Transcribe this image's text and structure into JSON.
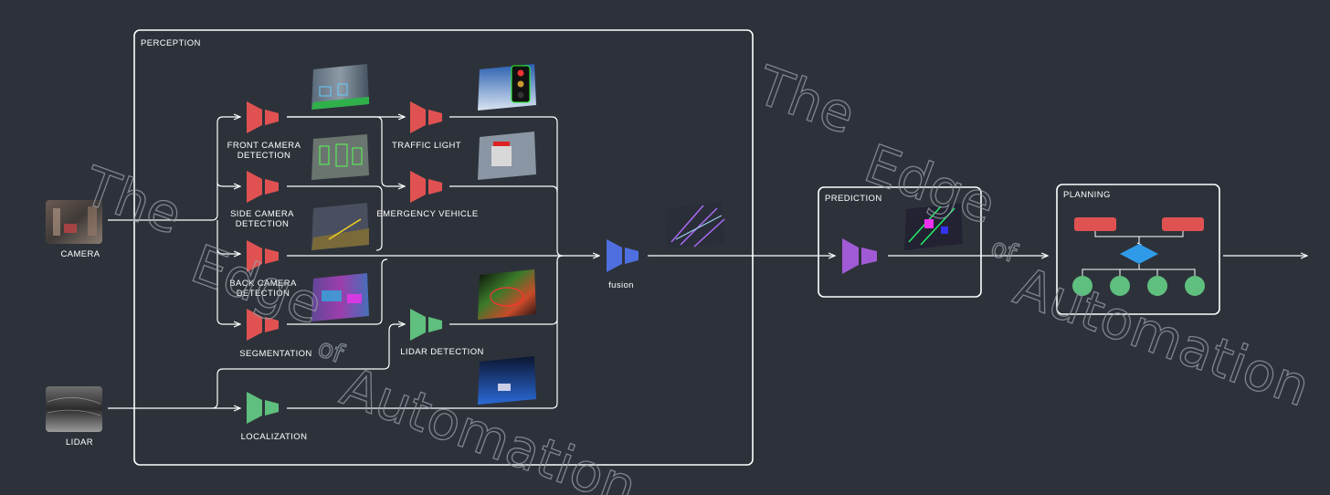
{
  "colors": {
    "background": "#2d323a",
    "camera_model": "#e05252",
    "lidar_model": "#5fbf7e",
    "fusion_model": "#4f6fe0",
    "prediction_model": "#a05ad6",
    "planning_bar": "#e05252",
    "planning_node": "#5fbf7e",
    "planning_decision": "#2f9be8"
  },
  "inputs": {
    "camera": "CAMERA",
    "lidar": "LIDAR"
  },
  "perception": {
    "title": "PERCEPTION",
    "front_camera_line1": "FRONT CAMERA",
    "front_camera_line2": "DETECTION",
    "side_camera_line1": "SIDE CAMERA",
    "side_camera_line2": "DETECTION",
    "back_camera_line1": "BACK CAMERA",
    "back_camera_line2": "DETECTION",
    "segmentation": "SEGMENTATION",
    "localization": "LOCALIZATION",
    "traffic_light": "TRAFFIC LIGHT",
    "emergency_vehicle": "EMERGENCY VEHICLE",
    "lidar_detection": "LIDAR DETECTION"
  },
  "fusion": {
    "label": "fusion"
  },
  "prediction": {
    "title": "PREDICTION"
  },
  "planning": {
    "title": "PLANNING"
  },
  "watermark": {
    "line_the": "The",
    "line_edge": "Edge",
    "line_of": "of",
    "line_automation": "Automation"
  }
}
